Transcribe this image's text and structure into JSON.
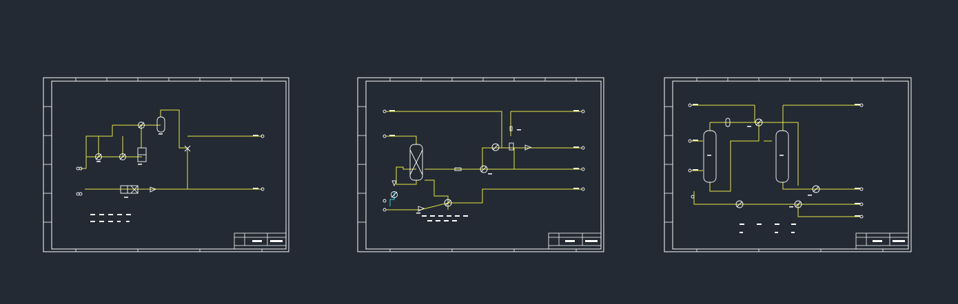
{
  "colors": {
    "background": "#232a33",
    "frame": "#ffffff",
    "pipe": "#e8e84a",
    "accent_cyan": "#35c8e0"
  },
  "sheets": [
    {
      "id": "sheet-1",
      "title_block_text": ""
    },
    {
      "id": "sheet-2",
      "title_block_text": ""
    },
    {
      "id": "sheet-3",
      "title_block_text": ""
    }
  ]
}
